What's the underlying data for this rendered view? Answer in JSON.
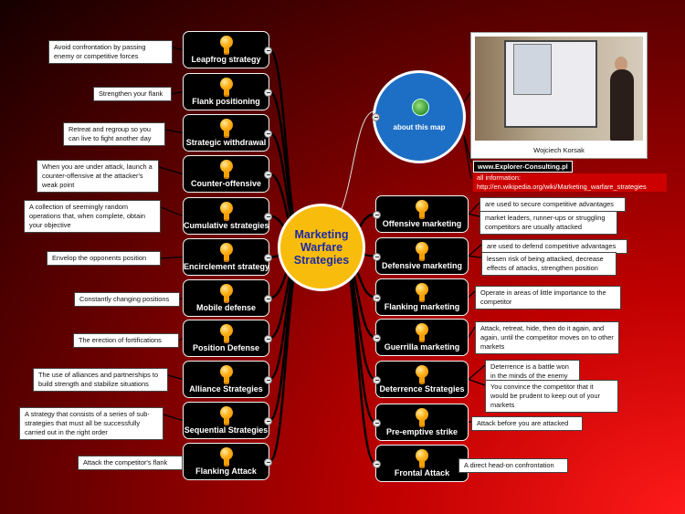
{
  "center": {
    "title": "Marketing Warfare Strategies"
  },
  "left_branches": [
    {
      "label": "Leapfrog strategy",
      "note": "Avoid confrontation by passing enemy or competitive forces"
    },
    {
      "label": "Flank positioning",
      "note": "Strengthen your flank"
    },
    {
      "label": "Strategic withdrawal",
      "note": "Retreat and regroup so you can live to fight another day"
    },
    {
      "label": "Counter-offensive",
      "note": "When you are under attack, launch a counter-offensive at the attacker's weak point"
    },
    {
      "label": "Cumulative strategies",
      "note": "A collection of seemingly random operations that, when complete, obtain your objective"
    },
    {
      "label": "Encirclement strategy",
      "note": "Envelop the opponents position"
    },
    {
      "label": "Mobile defense",
      "note": "Constantly changing positions"
    },
    {
      "label": "Position Defense",
      "note": "The erection of fortifications"
    },
    {
      "label": "Alliance Strategies",
      "note": "The use of alliances and partnerships to build strength and stabilize situations"
    },
    {
      "label": "Sequential Strategies",
      "note": "A strategy that consists of a series of sub-strategies that must all be successfully carried out in the right order"
    },
    {
      "label": "Flanking Attack",
      "note": "Attack the competitor's flank"
    }
  ],
  "right_branches": [
    {
      "label": "Offensive marketing",
      "notes": [
        "are used to secure competitive advantages",
        "market leaders, runner-ups or struggling competitors are usually attacked"
      ]
    },
    {
      "label": "Defensive marketing",
      "notes": [
        "are used to defend competitive advantages",
        "lessen risk of being attacked, decrease effects of attacks, strengthen position"
      ]
    },
    {
      "label": "Flanking marketing",
      "notes": [
        "Operate in areas of little importance to the competitor"
      ]
    },
    {
      "label": "Guerrilla marketing",
      "notes": [
        "Attack, retreat, hide, then do it again, and again, until the competitor moves on to other markets"
      ]
    },
    {
      "label": "Deterrence Strategies",
      "notes": [
        "Deterrence is a battle won in the minds of the enemy",
        "You convince the competitor that it would be prudent to keep out of your markets"
      ]
    },
    {
      "label": "Pre-emptive strike",
      "notes": [
        "Attack before you are attacked"
      ]
    },
    {
      "label": "Frontal Attack",
      "notes": [
        "A direct head-on confrontation"
      ]
    }
  ],
  "about": {
    "label": "about this map",
    "photo_caption": "Wojciech Korsak",
    "website": "www.Explorer-Consulting.pl",
    "info_label": "all information:",
    "info_url": "http://en.wikipedia.org/wiki/Marketing_warfare_strategies"
  },
  "icons": {
    "branch_icon": "lightbulb-icon",
    "about_icon": "globe-icon"
  },
  "colors": {
    "center_fill": "#f8bd0c",
    "center_text": "#1c2aa8",
    "about_fill": "#1d6fc6",
    "info_fill": "#cc0000"
  }
}
